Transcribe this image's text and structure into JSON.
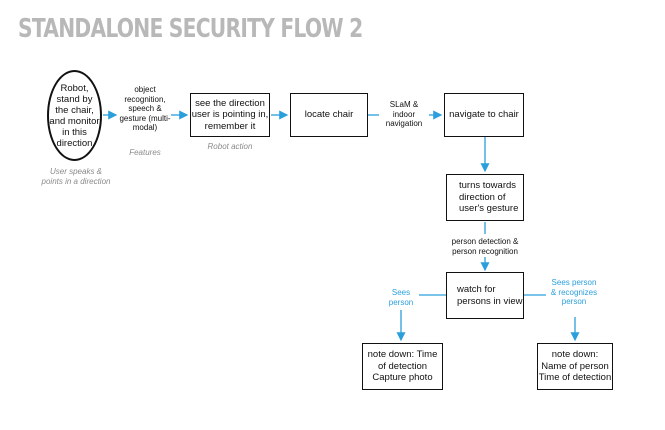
{
  "title": "STANDALONE SECURITY FLOW 2",
  "colors": {
    "arrow": "#2b9fdc",
    "title": "#b8b8b8",
    "caption": "#8a8a8a"
  },
  "nodes": {
    "start": "Robot, stand by the chair, and monitor in this direction",
    "see_direction": "see the direction user is pointing in, remember it",
    "locate_chair": "locate chair",
    "navigate_chair": "navigate to chair",
    "turns_towards": "turns towards direction of user's gesture",
    "watch_persons": "watch for persons in view",
    "note_left": "note down: Time of detection Capture photo",
    "note_right": "note down: Name of person Time of detection"
  },
  "edge_labels": {
    "features": "object recognition, speech & gesture (multi-modal)",
    "slam": "SLaM & indoor navigation",
    "person_detection": "person detection & person recognition",
    "sees_person": "Sees person",
    "sees_recognizes": "Sees person & recognizes person"
  },
  "captions": {
    "user_speaks": "User speaks & points in a direction",
    "features": "Features",
    "robot_action": "Robot action"
  }
}
